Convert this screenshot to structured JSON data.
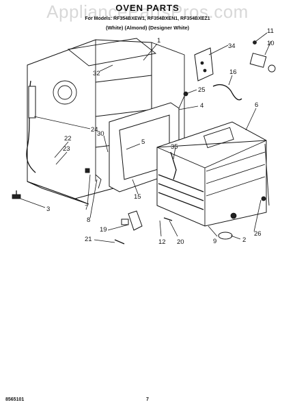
{
  "header": {
    "title": "OVEN PARTS",
    "models": "For Models: RF354BXEW1, RF354BXEN1, RF354BXEZ1",
    "colors": "(White)   (Almond) (Designer White)"
  },
  "watermark": "AppliancePartsPros.com",
  "footer": {
    "code": "8565101",
    "page_number": "7"
  },
  "part_numbers": [
    "1",
    "2",
    "3",
    "4",
    "5",
    "6",
    "7",
    "8",
    "9",
    "10",
    "11",
    "12",
    "15",
    "16",
    "19",
    "20",
    "21",
    "22",
    "23",
    "24",
    "25",
    "26",
    "30",
    "32",
    "34",
    "35"
  ]
}
